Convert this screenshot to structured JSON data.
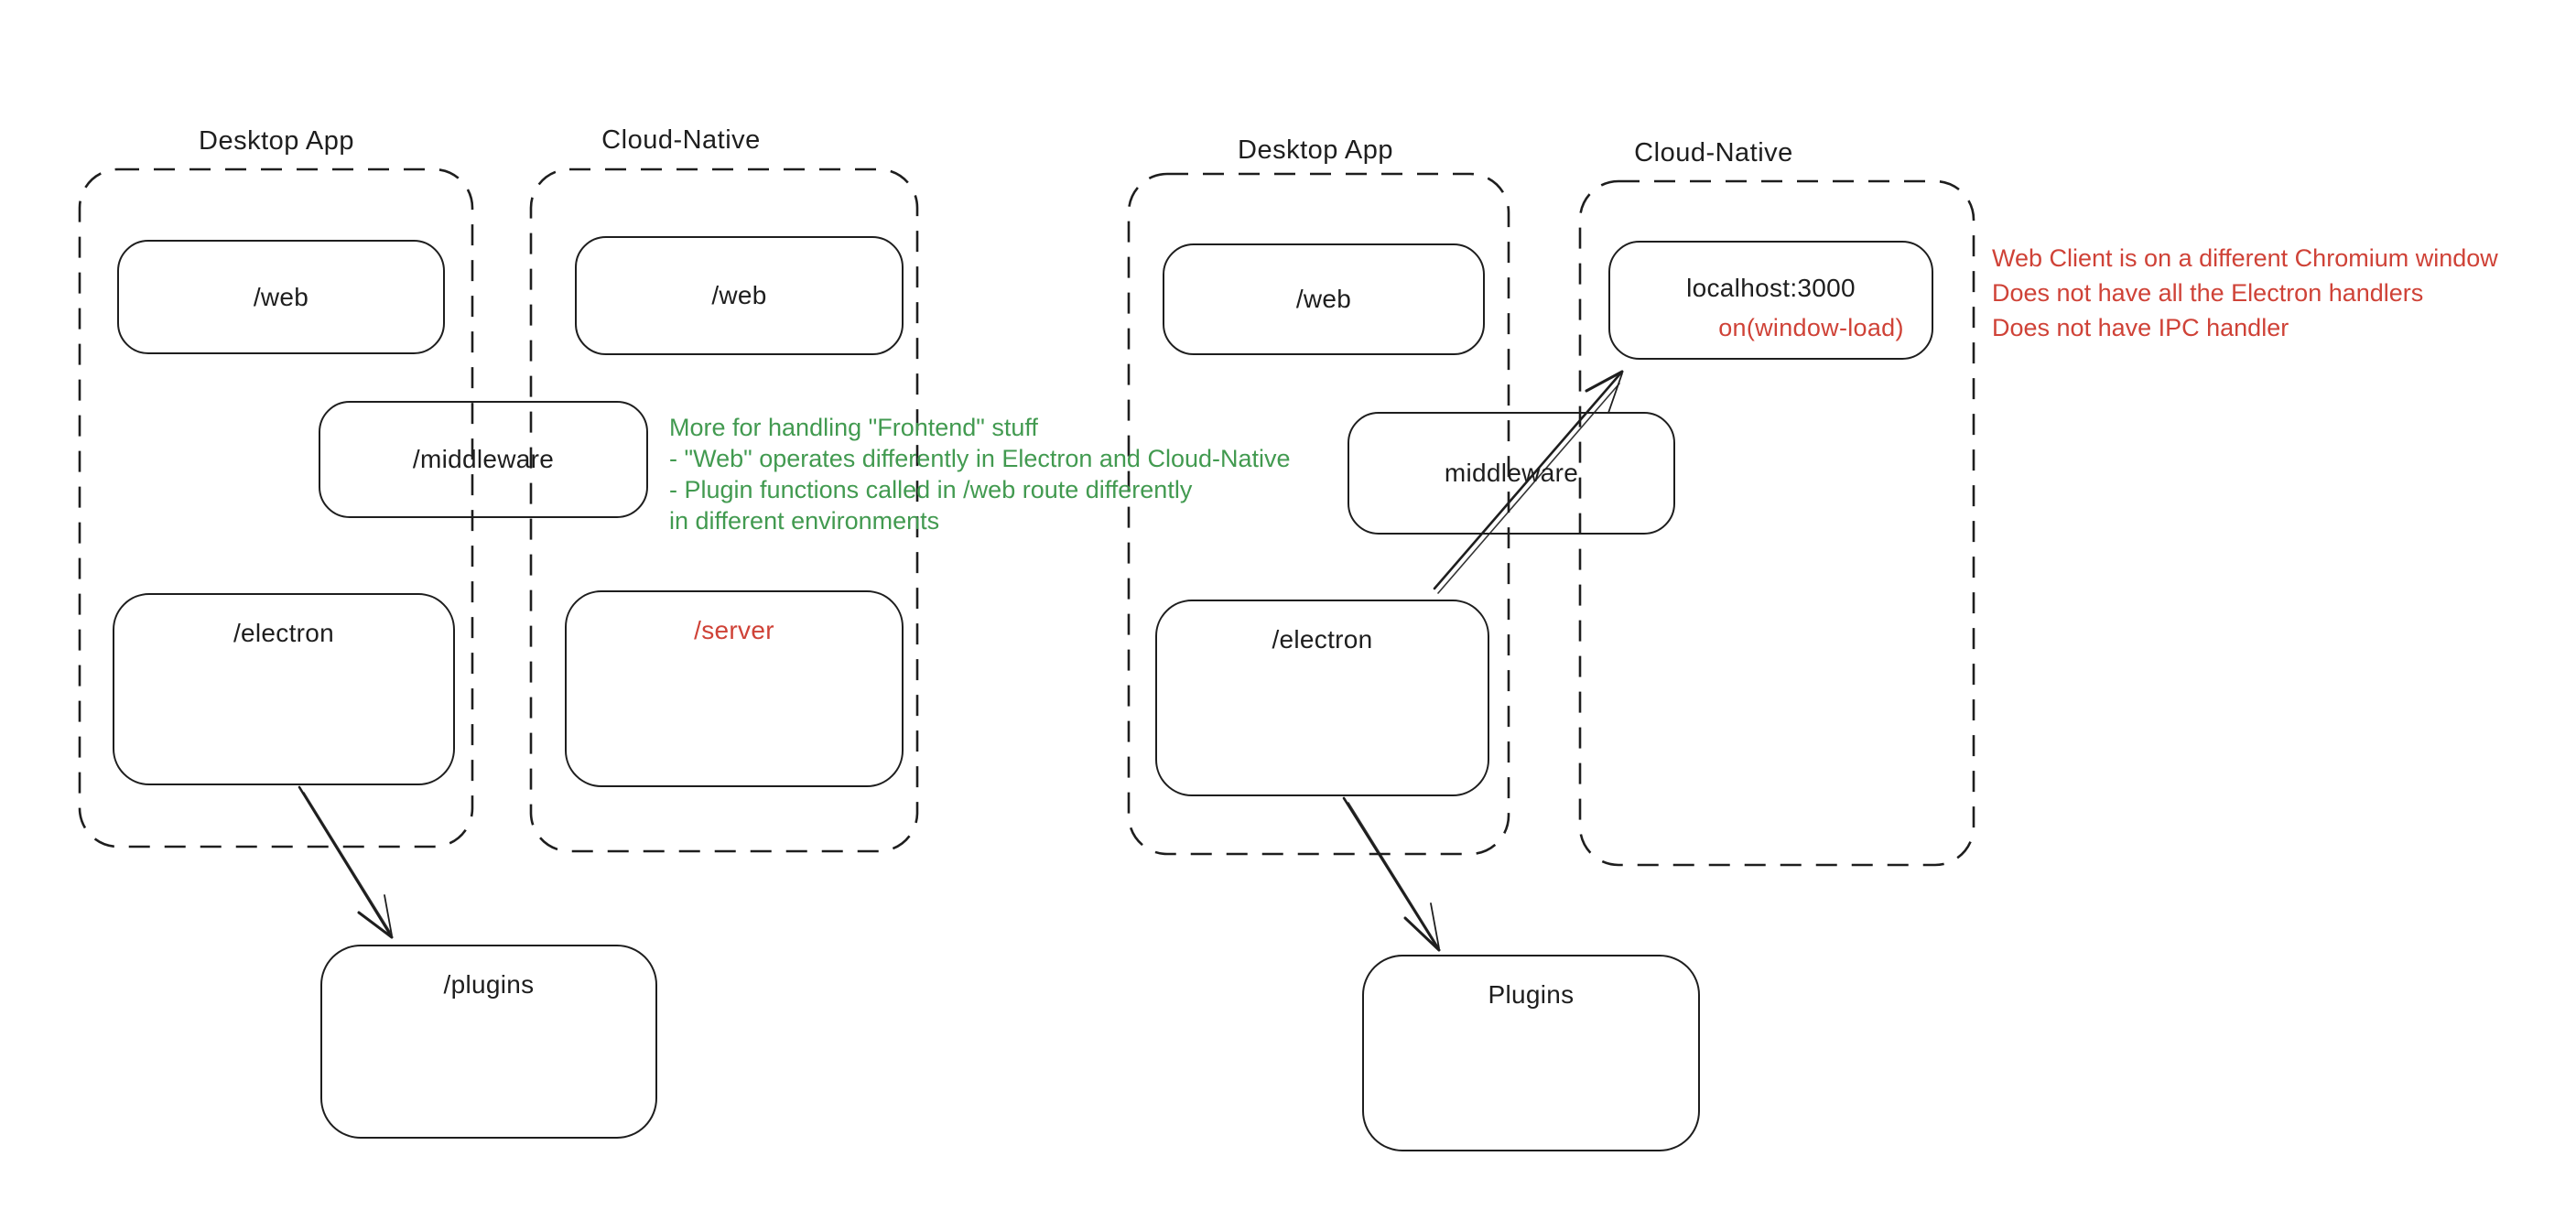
{
  "colors": {
    "ink": "#1e1e1e",
    "green_annotation": "#429a50",
    "red_annotation": "#cf4237",
    "background": "#ffffff"
  },
  "diagram_left": {
    "desktop_container_label": "Desktop App",
    "cloud_container_label": "Cloud-Native",
    "desktop_web_node": "/web",
    "cloud_web_node": "/web",
    "middleware_node": "/middleware",
    "desktop_electron_node": "/electron",
    "cloud_server_node": "/server",
    "plugins_node": "/plugins",
    "annotation": {
      "color": "#429a50",
      "lines": [
        "More for handling \"Frontend\" stuff",
        "- \"Web\" operates differently in Electron and Cloud-Native",
        "- Plugin functions called in /web route differently",
        "in different environments"
      ]
    }
  },
  "diagram_right": {
    "desktop_container_label": "Desktop App",
    "cloud_container_label": "Cloud-Native",
    "desktop_web_node": "/web",
    "middleware_node": "middleware",
    "desktop_electron_node": "/electron",
    "cloud_localhost_node": "localhost:3000",
    "cloud_localhost_handler": "on(window-load)",
    "plugins_node": "Plugins",
    "annotation": {
      "color": "#cf4237",
      "lines": [
        "Web Client is on a different Chromium window",
        "Does not have all the Electron handlers",
        "Does not have IPC handler"
      ]
    }
  }
}
